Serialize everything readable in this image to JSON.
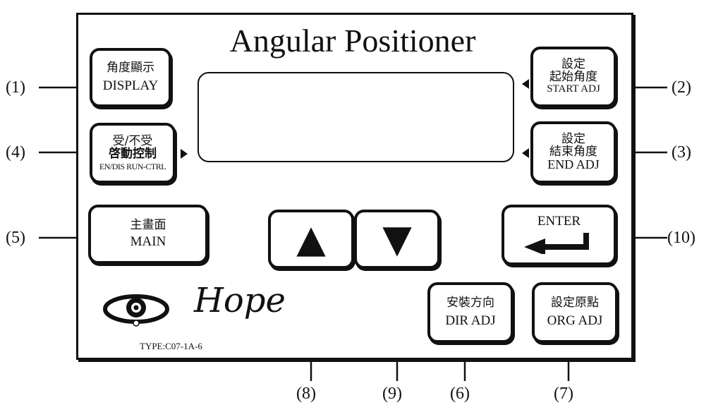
{
  "title": "Angular Positioner",
  "buttons": {
    "display": {
      "zh": "角度顯示",
      "en": "DISPLAY"
    },
    "start_adj": {
      "zh1": "設定",
      "zh2": "起始角度",
      "en": "START ADJ"
    },
    "end_adj": {
      "zh1": "設定",
      "zh2": "結束角度",
      "en": "END ADJ"
    },
    "run_ctrl": {
      "zh1": "受/不受",
      "zh2": "啓動控制",
      "en": "EN/DIS RUN-CTRL"
    },
    "main": {
      "zh": "主畫面",
      "en": "MAIN"
    },
    "up": {
      "symbol": "▲"
    },
    "down": {
      "symbol": "▼"
    },
    "enter": {
      "en": "ENTER"
    },
    "dir_adj": {
      "zh": "安裝方向",
      "en": "DIR ADJ"
    },
    "org_adj": {
      "zh": "設定原點",
      "en": "ORG ADJ"
    }
  },
  "callouts": {
    "c1": "(1)",
    "c2": "(2)",
    "c3": "(3)",
    "c4": "(4)",
    "c5": "(5)",
    "c6": "(6)",
    "c7": "(7)",
    "c8": "(8)",
    "c9": "(9)",
    "c10": "(10)"
  },
  "brand": {
    "name": "Hope",
    "type": "TYPE:C07-1A-6"
  }
}
